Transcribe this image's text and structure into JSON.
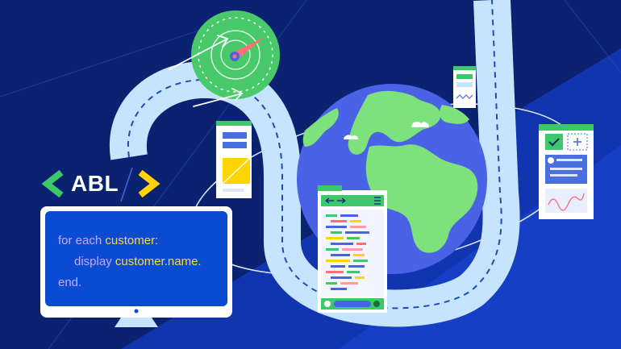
{
  "logo": {
    "text": "ABL"
  },
  "code": {
    "line1_keyword": "for each ",
    "line1_ident": "customer:",
    "line2_keyword": "display ",
    "line2_ident": "customer.name.",
    "line3_keyword": "end."
  },
  "colors": {
    "background": "#0b2270",
    "road": "#c7e4ff",
    "globe_ocean": "#4a63e6",
    "globe_land": "#7ee27c",
    "accent_green": "#3cc86b",
    "accent_yellow": "#ffd500",
    "screen_blue": "#0b4bd2"
  },
  "icons": [
    "chevron-left-icon",
    "chevron-right-icon",
    "speedometer-icon",
    "globe-icon",
    "monitor-icon",
    "check-icon",
    "plus-icon",
    "arrow-left-icon",
    "arrow-right-icon",
    "menu-icon"
  ]
}
